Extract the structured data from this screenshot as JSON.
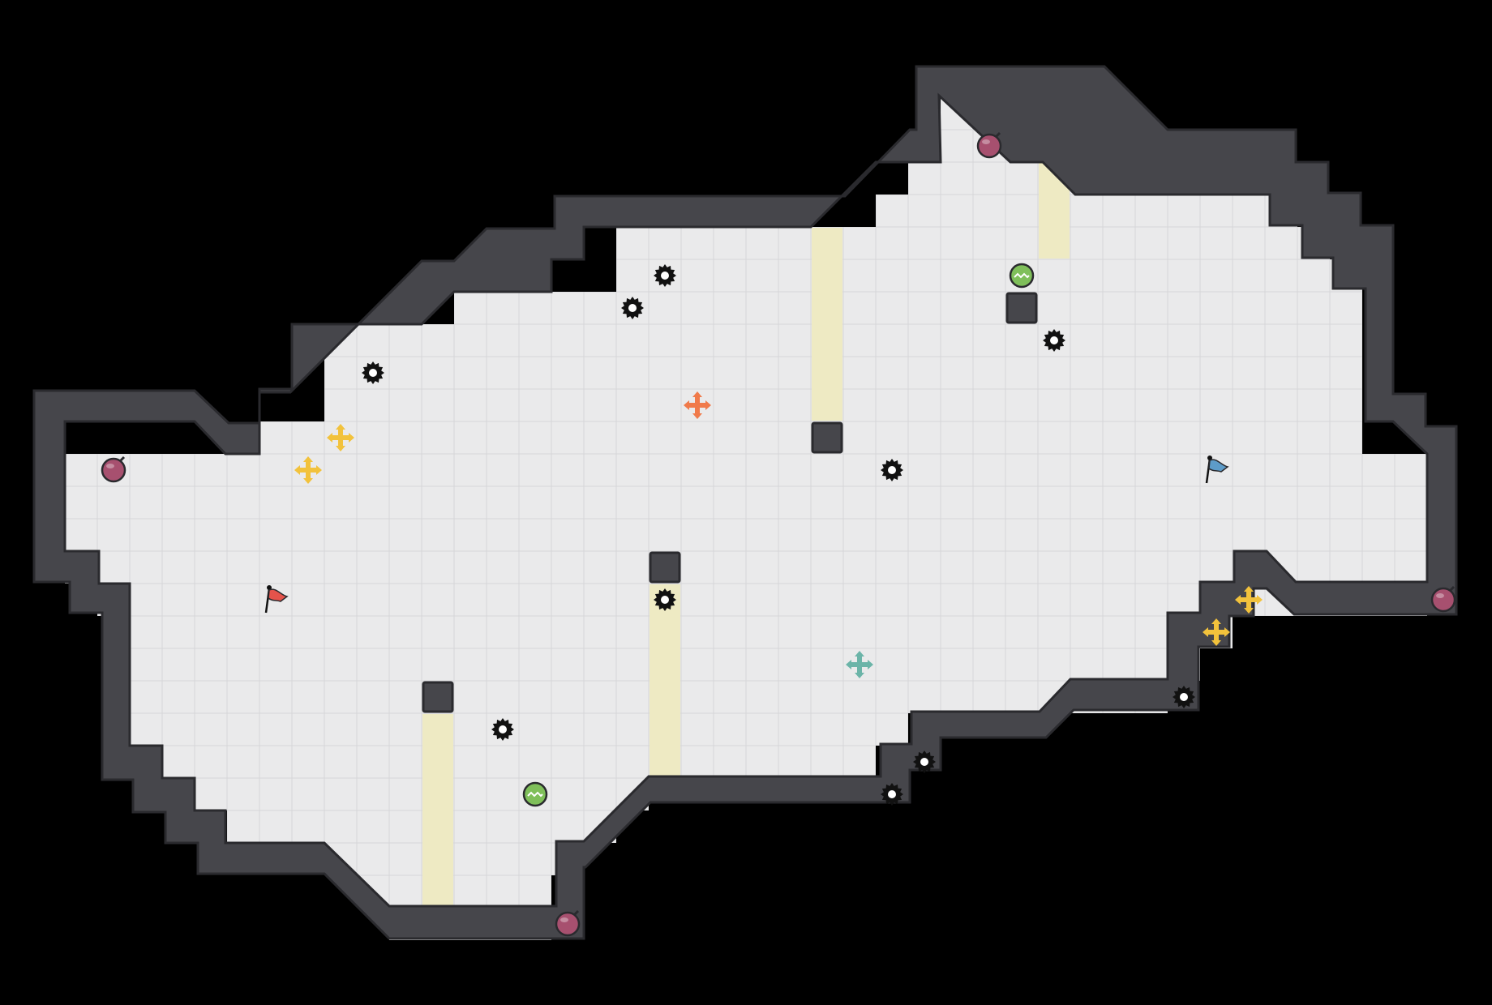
{
  "game": {
    "colors": {
      "background": "#000000",
      "floor": "#eaeaeb",
      "grid_line": "#d6d6d8",
      "wall": "#46464b",
      "wall_edge": "#2a2a2e",
      "rail": "#eeeac3",
      "bomb": "#a7506f",
      "green_orb": "#7fbf5a",
      "cross_yellow": "#f2c23c",
      "cross_orange": "#f07a4a",
      "cross_teal": "#6bb4a8",
      "flag_red": "#e5534b",
      "flag_blue": "#5d9cc9"
    },
    "objects": {
      "bombs": [
        {
          "icon": "bomb-icon",
          "col": 3,
          "row": 14
        },
        {
          "icon": "bomb-icon",
          "col": 30,
          "row": 4
        },
        {
          "icon": "bomb-icon",
          "col": 44,
          "row": 18
        },
        {
          "icon": "bomb-icon",
          "col": 17,
          "row": 28
        }
      ],
      "green_orbs": [
        {
          "icon": "green-orb-icon",
          "col": 31,
          "row": 8
        },
        {
          "icon": "green-orb-icon",
          "col": 16,
          "row": 24
        }
      ],
      "gears": [
        {
          "icon": "gear-icon",
          "col": 20,
          "row": 8
        },
        {
          "icon": "gear-icon",
          "col": 19,
          "row": 9
        },
        {
          "icon": "gear-icon",
          "col": 11,
          "row": 11
        },
        {
          "icon": "gear-icon",
          "col": 32,
          "row": 10
        },
        {
          "icon": "gear-icon",
          "col": 27,
          "row": 14
        },
        {
          "icon": "gear-icon",
          "col": 20,
          "row": 18
        },
        {
          "icon": "gear-icon",
          "col": 36,
          "row": 21
        },
        {
          "icon": "gear-icon",
          "col": 15,
          "row": 22
        },
        {
          "icon": "gear-icon",
          "col": 28,
          "row": 23
        },
        {
          "icon": "gear-icon",
          "col": 27,
          "row": 24
        }
      ],
      "crosses": [
        {
          "icon": "cross-arrow-icon",
          "variant": "yellow",
          "col": 10,
          "row": 13
        },
        {
          "icon": "cross-arrow-icon",
          "variant": "yellow",
          "col": 9,
          "row": 14
        },
        {
          "icon": "cross-arrow-icon",
          "variant": "orange",
          "col": 21,
          "row": 12
        },
        {
          "icon": "cross-arrow-icon",
          "variant": "yellow",
          "col": 38,
          "row": 18
        },
        {
          "icon": "cross-arrow-icon",
          "variant": "yellow",
          "col": 37,
          "row": 19
        },
        {
          "icon": "cross-arrow-icon",
          "variant": "teal",
          "col": 26,
          "row": 20
        }
      ],
      "flags": [
        {
          "icon": "flag-icon",
          "variant": "red",
          "col": 8,
          "row": 18
        },
        {
          "icon": "flag-icon",
          "variant": "blue",
          "col": 37,
          "row": 14
        }
      ]
    }
  }
}
